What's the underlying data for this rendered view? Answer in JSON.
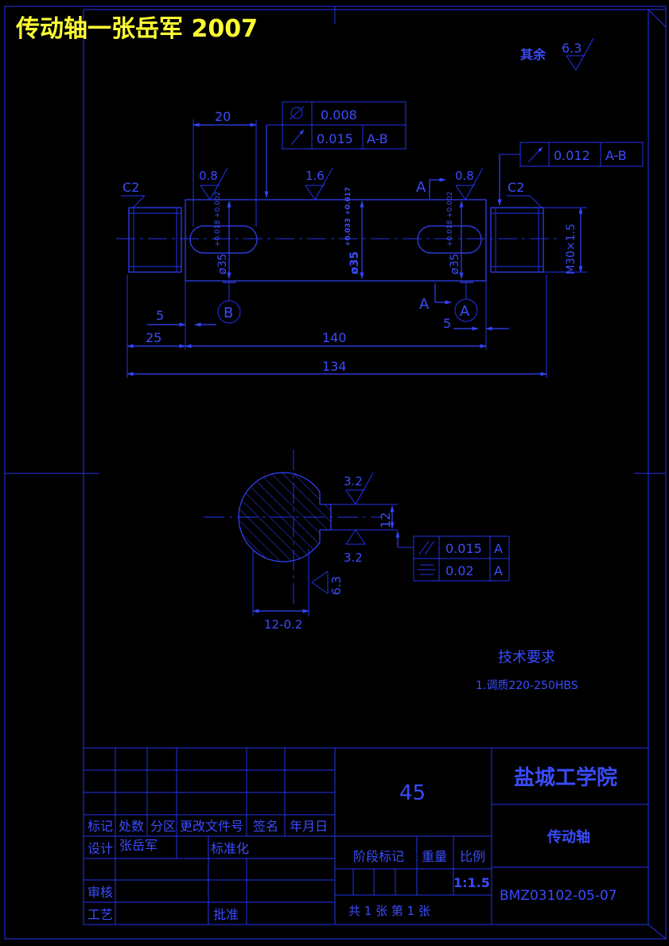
{
  "header": {
    "title": "传动轴一张岳军 2007"
  },
  "roughness": {
    "other_label": "其余",
    "other_value": "6.3",
    "left_journal": "0.8",
    "middle": "1.6",
    "right_journal": "0.8",
    "key_top": "3.2",
    "key_bottom": "3.2",
    "key_side": "6.3"
  },
  "chamfers": {
    "left": "C2",
    "right": "C2"
  },
  "tolerance": {
    "cylindricity": "0.008",
    "runout_1": "0.015",
    "runout_1_ref": "A-B",
    "runout_2": "0.012",
    "runout_2_ref": "A-B",
    "parallel": "0.015",
    "parallel_ref": "A",
    "symmetry": "0.02",
    "symmetry_ref": "A"
  },
  "datums": {
    "b": "B",
    "a": "A",
    "a_label_top": "A",
    "a_label_bottom": "A"
  },
  "dimensions": {
    "d20": "20",
    "d5_left": "5",
    "d25": "25",
    "d140": "140",
    "d5_right": "5",
    "d134": "134",
    "dia_left": "ø35",
    "dia_left_tol": "+0.018 +0.002",
    "dia_mid": "ø35",
    "dia_mid_tol": "+0.033 +0.017",
    "dia_right": "ø35",
    "dia_right_tol": "+0.018 +0.002",
    "thread": "M30×1.5",
    "key_depth": "12",
    "key_width": "12-0.2"
  },
  "notes": {
    "title": "技术要求",
    "line1": "1.调质220-250HBS"
  },
  "title_block": {
    "material": "45",
    "school": "盐城工学院",
    "part_name": "传动轴",
    "drawing_number": "BMZ03102-05-07",
    "mark": "标记",
    "count": "处数",
    "zone": "分区",
    "change_doc": "更改文件号",
    "signature": "签名",
    "date": "年月日",
    "design": "设计",
    "designer": "张岳军",
    "standardize": "标准化",
    "stage_mark": "阶段标记",
    "weight": "重量",
    "scale_label": "比例",
    "scale": "1:1.5",
    "review": "审核",
    "process": "工艺",
    "approve": "批准",
    "sheets": "共 1 张 第 1 张"
  },
  "colors": {
    "line": "#2233ee",
    "text": "#3a4cff",
    "title": "#ffff33",
    "background": "#000000"
  }
}
